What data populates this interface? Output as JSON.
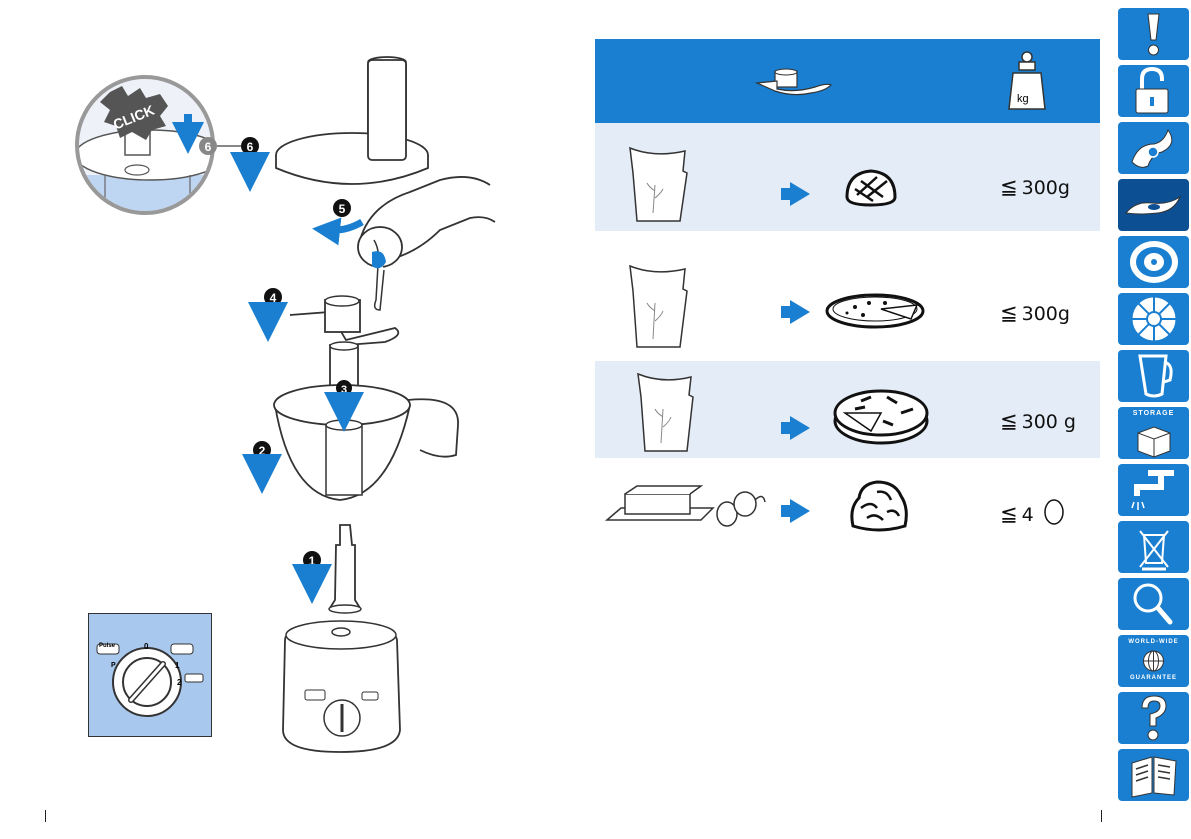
{
  "table": {
    "header_icons": [
      "blade-icon",
      "weight-icon"
    ],
    "weight_icon_label": "kg",
    "rows": [
      {
        "input_icon": "flour-bag-icon",
        "output_icon": "bread-icon",
        "quantity": "300g",
        "shaded": true
      },
      {
        "input_icon": "flour-bag-icon",
        "output_icon": "pizza-icon",
        "quantity": "300g",
        "shaded": false
      },
      {
        "input_icon": "flour-bag-icon",
        "output_icon": "pie-icon",
        "quantity": "300 g",
        "shaded": true
      },
      {
        "input_icon": "butter-eggs-icon",
        "output_icon": "cake-icon",
        "quantity": "4",
        "shaded": false
      }
    ]
  },
  "assembly": {
    "click_label": "CLICK",
    "steps": [
      "1",
      "2",
      "3",
      "4",
      "5",
      "6",
      "6"
    ]
  },
  "dial": {
    "pulse_label": "Pulse",
    "positions": [
      "0",
      "1",
      "2",
      "P"
    ]
  },
  "sidebar": {
    "tabs": [
      {
        "icon": "warning-icon"
      },
      {
        "icon": "unlock-icon"
      },
      {
        "icon": "knife-blade-icon"
      },
      {
        "icon": "kneading-blade-icon",
        "active": true
      },
      {
        "icon": "emulsifying-disc-icon"
      },
      {
        "icon": "slicing-disc-icon"
      },
      {
        "icon": "jug-icon"
      },
      {
        "icon": "storage-icon",
        "label": "STORAGE"
      },
      {
        "icon": "cleaning-tap-icon"
      },
      {
        "icon": "disposal-icon"
      },
      {
        "icon": "troubleshooting-icon"
      },
      {
        "icon": "guarantee-icon",
        "label_top": "WORLD-WIDE",
        "label_bottom": "GUARANTEE"
      },
      {
        "icon": "question-icon"
      },
      {
        "icon": "manual-icon"
      }
    ]
  },
  "colors": {
    "accent": "#1a7fd0",
    "active_tab": "#0c4f93",
    "row_shade": "#e4ecf7",
    "light_blue": "#a9c8ee"
  }
}
